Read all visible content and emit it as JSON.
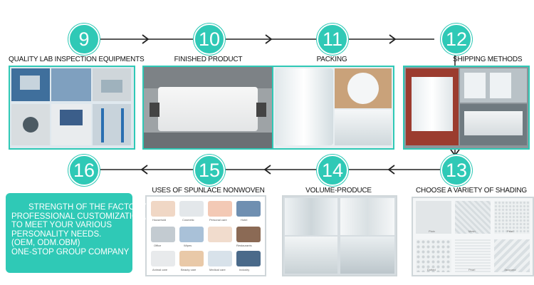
{
  "steps_top": [
    {
      "number": "9",
      "label": "QUALITY LAB INSPECTION EQUIPMENTS"
    },
    {
      "number": "10",
      "label": "FINISHED PRODUCT"
    },
    {
      "number": "11",
      "label": "PACKING"
    },
    {
      "number": "12",
      "label": "SHIPPING METHODS"
    }
  ],
  "steps_bottom": [
    {
      "number": "13",
      "label": "CHOOSE A VARIETY OF SHADING"
    },
    {
      "number": "14",
      "label": "VOLUME-PRODUCE"
    },
    {
      "number": "15",
      "label": "USES OF SPUNLACE NONWOVEN"
    },
    {
      "number": "16",
      "label": ""
    }
  ],
  "uses_tiles": [
    "Household",
    "Cosmetic",
    "Personal care",
    "Hotel",
    "Office",
    "Wipes",
    "Restaurants",
    "Animal care",
    "Beauty care",
    "Medical care",
    "Industry"
  ],
  "shading_tiles": [
    "Plain",
    "Mesh",
    "Pearl",
    "Dotted",
    "Pearl",
    "Jacquard"
  ],
  "info": {
    "line1": "STRENGTH OF THE FACTORY",
    "line2": "PROFESSIONAL CUSTOMIZATION,",
    "line3": "TO MEET YOUR VARIOUS",
    "line4": "PERSONALITY NEEDS.",
    "line5": "(OEM, ODM.OBM)",
    "line6": "ONE-STOP GROUP COMPANY"
  },
  "colors": {
    "accent": "#2fc9b6",
    "arrow": "#222222"
  }
}
